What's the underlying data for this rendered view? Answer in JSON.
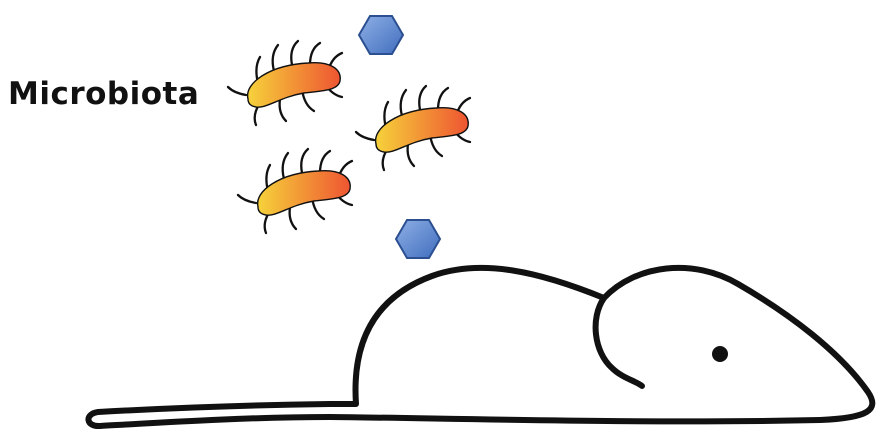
{
  "labels": {
    "microbiota": "Microbiota"
  },
  "colors": {
    "outline": "#111111",
    "bacterium_start": "#f6d23a",
    "bacterium_end": "#ee5532",
    "hexagon_fill": "#4c7cc6",
    "hexagon_stroke": "#2b4f91"
  },
  "figure": {
    "bacteria_count": 3,
    "metabolite_count": 2,
    "animal": "mouse"
  }
}
